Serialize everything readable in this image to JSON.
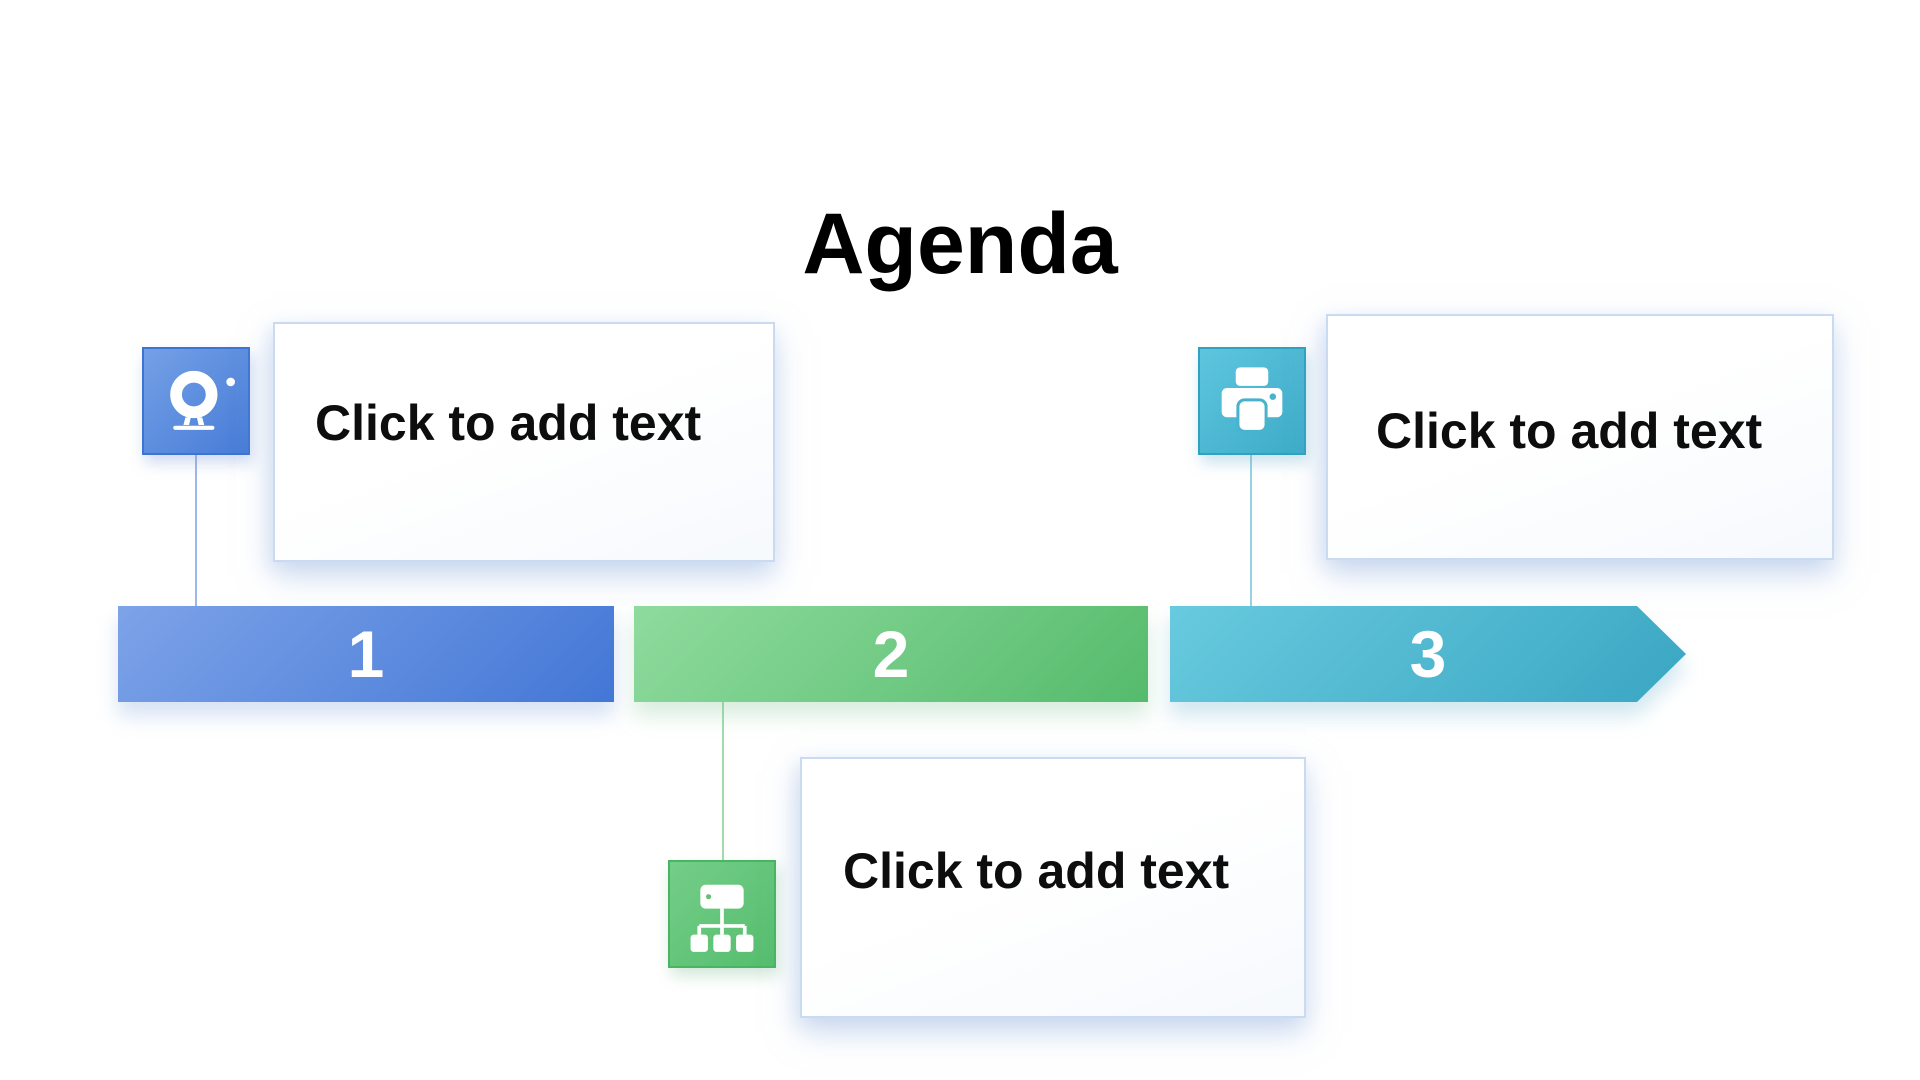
{
  "slide": {
    "title": "Agenda",
    "background_color": "#ffffff",
    "title_color": "#000000"
  },
  "card": {
    "border_color": "#c9daf1",
    "background_color": "#ffffff",
    "text_color": "#0d0d0d"
  },
  "number_text_color": "#ffffff",
  "steps": [
    {
      "number": "1",
      "card_text": "Click to add text",
      "icon": "webcam-icon",
      "colors": {
        "bar_gradient_from": "#7da3e8",
        "bar_gradient_to": "#4377d6",
        "icon_gradient_from": "#74a0e6",
        "icon_gradient_to": "#477cd7",
        "icon_border": "#3d74d4",
        "connector": "#9cb8e8"
      }
    },
    {
      "number": "2",
      "card_text": "Click to add text",
      "icon": "sitemap-icon",
      "colors": {
        "bar_gradient_from": "#8fdb9e",
        "bar_gradient_to": "#55bb6c",
        "icon_gradient_from": "#74ce88",
        "icon_gradient_to": "#55bd6e",
        "icon_border": "#47b561",
        "connector": "#a3dbae"
      }
    },
    {
      "number": "3",
      "card_text": "Click to add text",
      "icon": "printer-icon",
      "colors": {
        "bar_gradient_from": "#68cade",
        "bar_gradient_to": "#3aa6c3",
        "icon_gradient_from": "#5ec5de",
        "icon_gradient_to": "#3dabc8",
        "icon_border": "#2ea2c0",
        "connector": "#97d2e2"
      }
    }
  ]
}
